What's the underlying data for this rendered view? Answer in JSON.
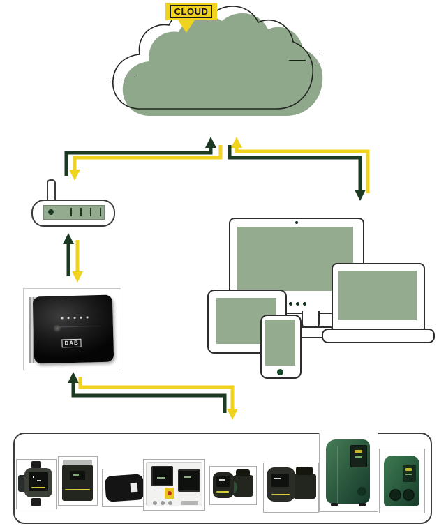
{
  "cloud_tag": {
    "label": "CLOUD"
  },
  "dconnect_box": {
    "logo": "DAB"
  },
  "colors": {
    "sage": "#8FA78B",
    "screen": "#95AB90",
    "dark_green": "#1B3A21",
    "yellow": "#F0D321",
    "outline": "#2D2D2D",
    "cloud_outline": "#20251F"
  },
  "nodes": {
    "cloud": "cloud",
    "router": "wifi-router",
    "gateway": "dconnect-box",
    "devices": [
      "desktop-monitor",
      "tablet",
      "smartphone",
      "laptop"
    ],
    "products": [
      "circulator-pump",
      "wall-mounted-inverter",
      "motor-mounted-inverter",
      "control-panel-box",
      "inline-pump-small",
      "inline-pump-large",
      "booster-pump-tall-green",
      "booster-pump-small-green"
    ]
  },
  "connections": [
    {
      "name": "router-to-cloud",
      "from": "router",
      "to": "cloud",
      "color": "dark_green",
      "direction": "up"
    },
    {
      "name": "cloud-to-router",
      "from": "cloud",
      "to": "router",
      "color": "yellow",
      "direction": "down"
    },
    {
      "name": "devices-to-cloud",
      "from": "devices",
      "to": "cloud",
      "color": "yellow",
      "direction": "up"
    },
    {
      "name": "cloud-to-devices",
      "from": "cloud",
      "to": "devices",
      "color": "dark_green",
      "direction": "down"
    },
    {
      "name": "dconnect-box-to-router",
      "from": "dconnect-box",
      "to": "router",
      "color": "dark_green",
      "direction": "up"
    },
    {
      "name": "router-to-dconnect-box",
      "from": "router",
      "to": "dconnect-box",
      "color": "yellow",
      "direction": "down"
    },
    {
      "name": "products-to-dconnect-box",
      "from": "products",
      "to": "dconnect-box",
      "color": "dark_green",
      "direction": "up"
    },
    {
      "name": "dconnect-box-to-products",
      "from": "dconnect-box",
      "to": "products",
      "color": "yellow",
      "direction": "down"
    }
  ]
}
